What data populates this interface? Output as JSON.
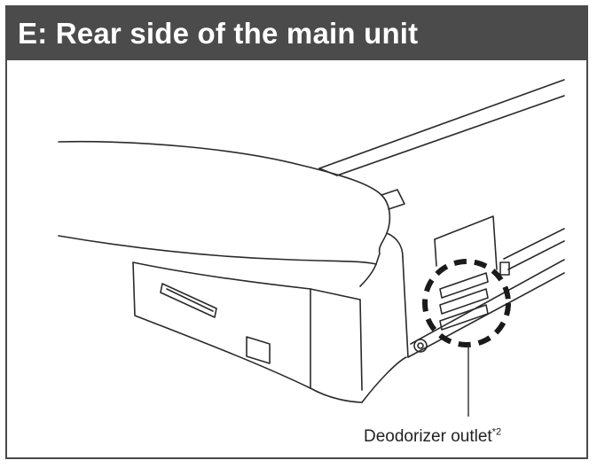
{
  "header": {
    "title": "E: Rear side of the main unit"
  },
  "callout": {
    "label": "Deodorizer outlet",
    "footnote_mark": "*2"
  },
  "colors": {
    "header_bg": "#4b4b4b",
    "header_text": "#ffffff",
    "line_art": "#2a2a2a",
    "frame_border": "#4a4a4a"
  },
  "icons": {
    "callout_circle": "dashed-circle-highlight"
  }
}
